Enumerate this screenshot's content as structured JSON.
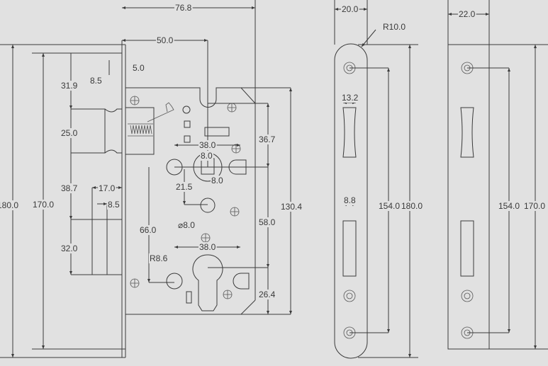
{
  "drawing": {
    "title": "Mortise lock dimension drawing",
    "dimensions": {
      "overall_width": "76.8",
      "backset": "50.0",
      "faceplate_offset": "5.0",
      "faceplate_step": "8.5",
      "latch_offset": "31.9",
      "latch_height": "25.0",
      "bolt_offset": "38.7",
      "bolt_throw": "17.0",
      "bolt_step": "8.5",
      "bolt_height": "32.0",
      "faceplate_height": "180.0",
      "fixing_height": "170.0",
      "follower_spacing": "38.0",
      "spindle_square": "8.0",
      "spindle_square_v": "8.0",
      "spindle_to_hole": "21.5",
      "hole_diameter": "⌀8.0",
      "follower_to_cylinder": "66.0",
      "cylinder_spacing": "38.0",
      "cylinder_radius": "R8.6",
      "top_to_spindle": "36.7",
      "center_distance": "58.0",
      "cylinder_to_bottom": "26.4",
      "case_height": "130.4"
    },
    "faceplate": {
      "width": "20.0",
      "end_radius": "R10.0",
      "latch_slot_width": "13.2",
      "bolt_slot_width": "8.8",
      "screw_spacing": "154.0",
      "height": "180.0"
    },
    "strike_plate": {
      "width": "22.0",
      "screw_spacing": "154.0",
      "height": "170.0"
    }
  }
}
